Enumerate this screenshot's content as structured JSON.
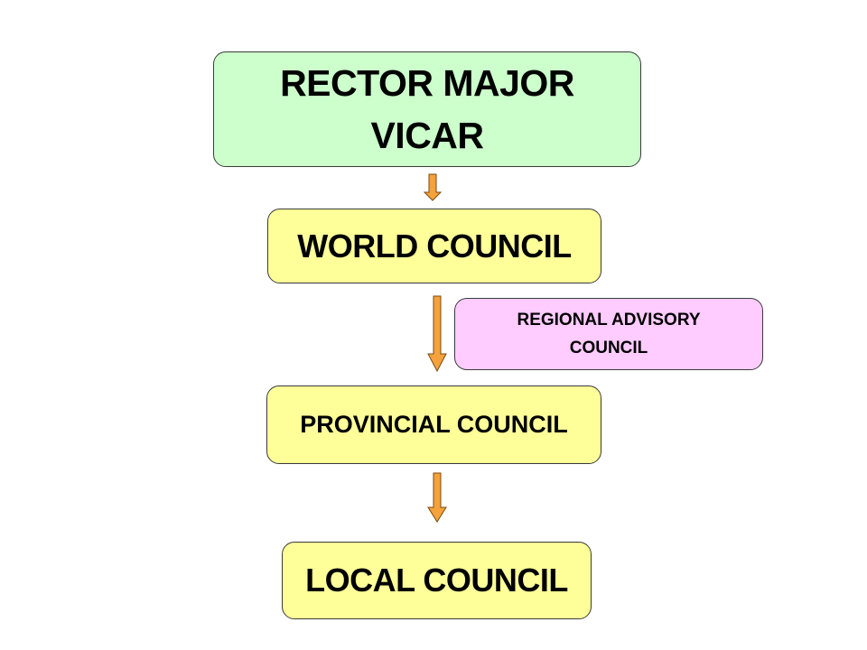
{
  "diagram": {
    "nodes": [
      {
        "id": "rector",
        "lines": [
          "RECTOR MAJOR",
          "VICAR"
        ],
        "color": "#ccffcc"
      },
      {
        "id": "world",
        "lines": [
          "WORLD COUNCIL"
        ],
        "color": "#ffff99"
      },
      {
        "id": "regional",
        "lines": [
          "REGIONAL ADVISORY",
          "COUNCIL"
        ],
        "color": "#ffccff"
      },
      {
        "id": "provincial",
        "lines": [
          "PROVINCIAL COUNCIL"
        ],
        "color": "#ffff99"
      },
      {
        "id": "local",
        "lines": [
          "LOCAL COUNCIL"
        ],
        "color": "#ffff99"
      }
    ],
    "arrows": [
      {
        "from": "rector",
        "to": "world"
      },
      {
        "from": "world",
        "to": "provincial"
      },
      {
        "from": "provincial",
        "to": "local"
      }
    ],
    "arrow_color": "#f5a23c",
    "arrow_stroke": "#7a4a10"
  }
}
